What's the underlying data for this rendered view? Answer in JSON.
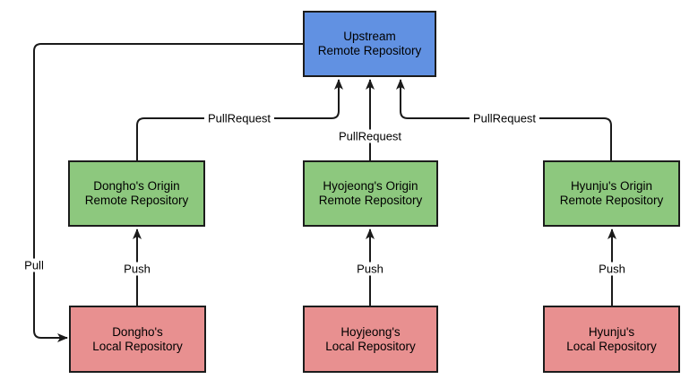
{
  "diagram": {
    "type": "flowchart",
    "background_color": "#ffffff",
    "line_color": "#1a1a1a",
    "boxes": {
      "upstream": {
        "line1": "Upstream",
        "line2": "Remote Repository",
        "fill": "#6191e2"
      },
      "dongho_origin": {
        "line1": "Dongho's Origin",
        "line2": "Remote Repository",
        "fill": "#8dc87e"
      },
      "hyojeong_origin": {
        "line1": "Hyojeong's Origin",
        "line2": "Remote Repository",
        "fill": "#8dc87e"
      },
      "hyunju_origin": {
        "line1": "Hyunju's Origin",
        "line2": "Remote Repository",
        "fill": "#8dc87e"
      },
      "dongho_local": {
        "line1": "Dongho's",
        "line2": "Local Repository",
        "fill": "#e89090"
      },
      "hoyjeong_local": {
        "line1": "Hoyjeong's",
        "line2": "Local Repository",
        "fill": "#e89090"
      },
      "hyunju_local": {
        "line1": "Hyunju's",
        "line2": "Local Repository",
        "fill": "#e89090"
      }
    },
    "edges": {
      "pull": {
        "label": "Pull",
        "from": "upstream",
        "to": "dongho_local"
      },
      "pullrequest_dongho": {
        "label": "PullRequest",
        "from": "dongho_origin",
        "to": "upstream"
      },
      "pullrequest_hyojeong": {
        "label": "PullRequest",
        "from": "hyojeong_origin",
        "to": "upstream"
      },
      "pullrequest_hyunju": {
        "label": "PullRequest",
        "from": "hyunju_origin",
        "to": "upstream"
      },
      "push_dongho": {
        "label": "Push",
        "from": "dongho_local",
        "to": "dongho_origin"
      },
      "push_hoyjeong": {
        "label": "Push",
        "from": "hoyjeong_local",
        "to": "hyojeong_origin"
      },
      "push_hyunju": {
        "label": "Push",
        "from": "hyunju_local",
        "to": "hyunju_origin"
      }
    }
  }
}
